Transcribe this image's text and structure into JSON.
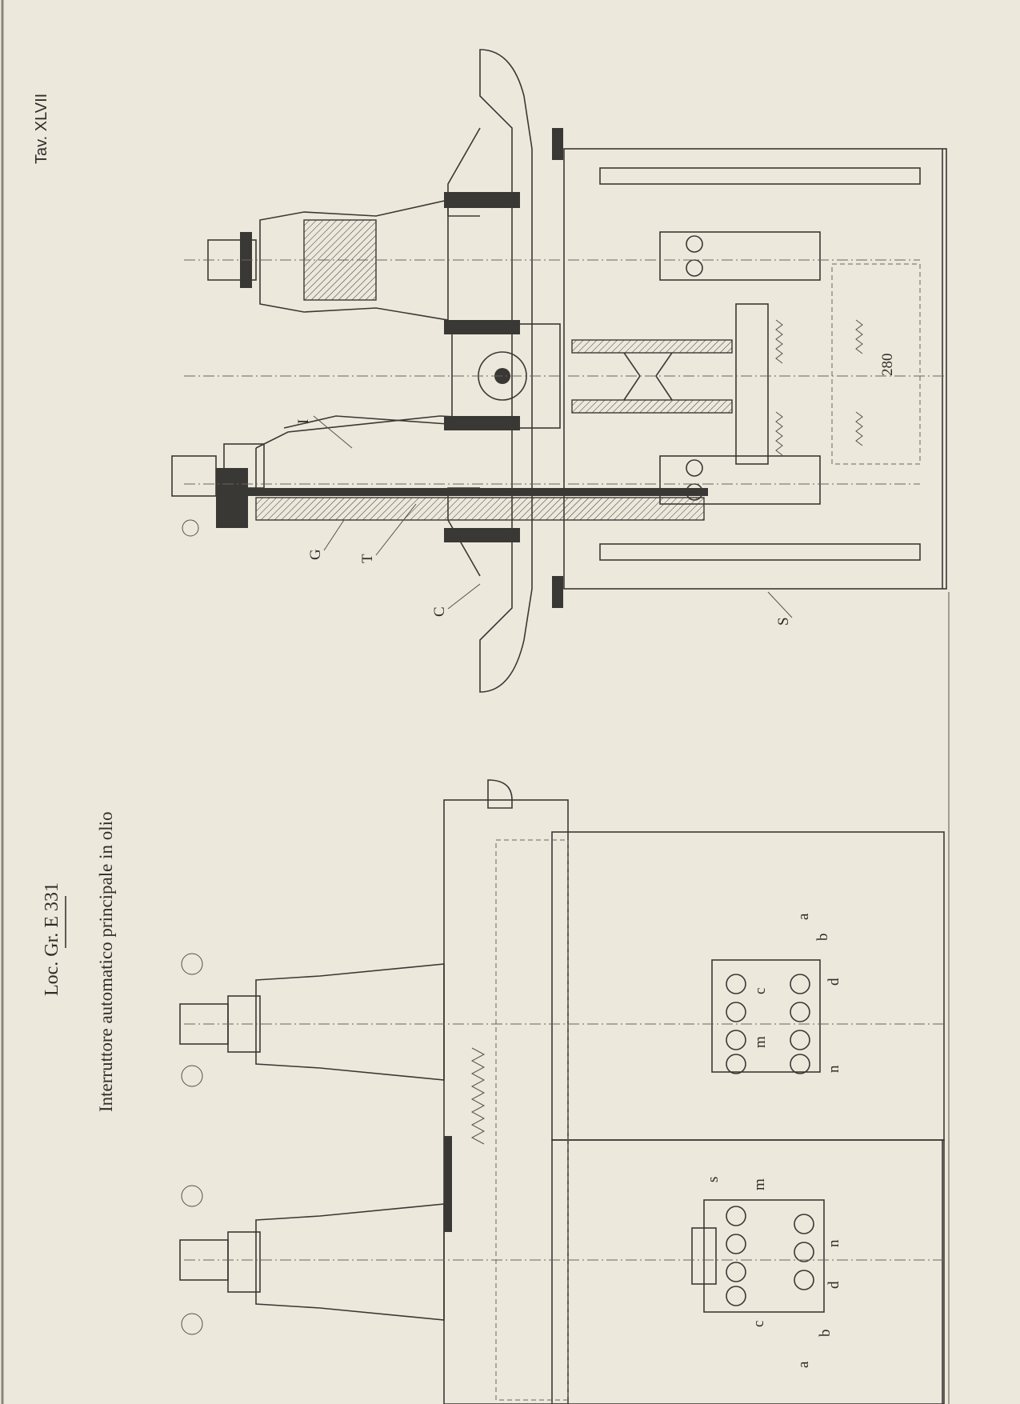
{
  "plate_number": "Tav. XLVII",
  "series": "Loc. Gr. E 331",
  "title": "Interruttore automatico principale in olio",
  "section_view_labels": {
    "I": "I",
    "G": "G",
    "T": "T",
    "C": "C",
    "S": "S",
    "dimension": "280"
  },
  "front_view_labels": [
    "a",
    "b",
    "c",
    "d",
    "m",
    "n",
    "s",
    "m",
    "n",
    "d",
    "c",
    "b",
    "a"
  ]
}
